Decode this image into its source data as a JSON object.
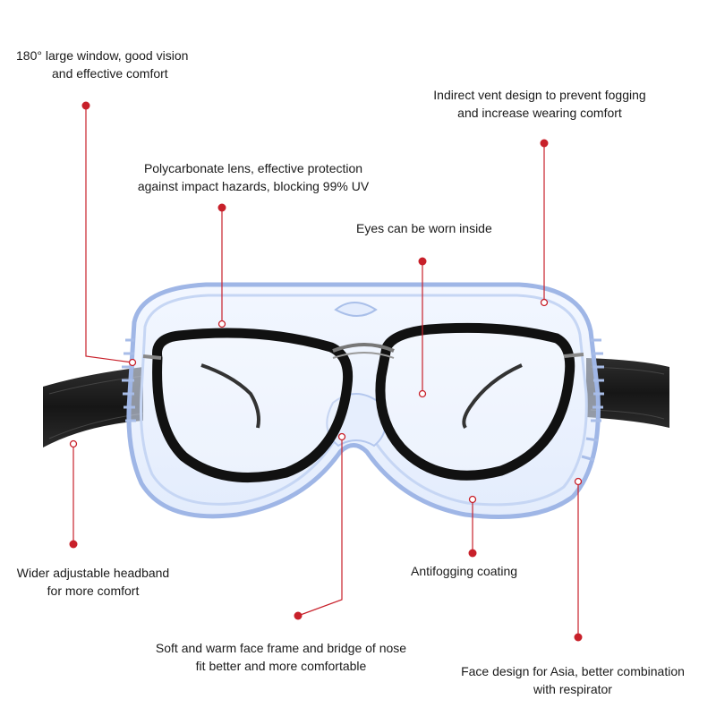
{
  "annotations": {
    "window": {
      "line1": "180°  large window, good vision",
      "line2": "and effective comfort"
    },
    "vent": {
      "line1": "Indirect vent design to prevent fogging",
      "line2": "and increase wearing comfort"
    },
    "lens": {
      "line1": "Polycarbonate lens, effective protection",
      "line2": "against impact hazards, blocking 99% UV"
    },
    "eyes": {
      "line1": "Eyes can be worn inside"
    },
    "headband": {
      "line1": "Wider adjustable headband",
      "line2": "for more comfort"
    },
    "antifog": {
      "line1": "Antifogging coating"
    },
    "face_frame": {
      "line1": "Soft and warm face frame and bridge of nose",
      "line2": "fit better and more comfortable"
    },
    "face_design": {
      "line1": "Face design for Asia, better combination",
      "line2": "with respirator"
    }
  },
  "colors": {
    "callout": "#c8202a",
    "strap": "#222222",
    "goggle_edge": "#9fb6e6",
    "glasses_frame": "#111111"
  }
}
